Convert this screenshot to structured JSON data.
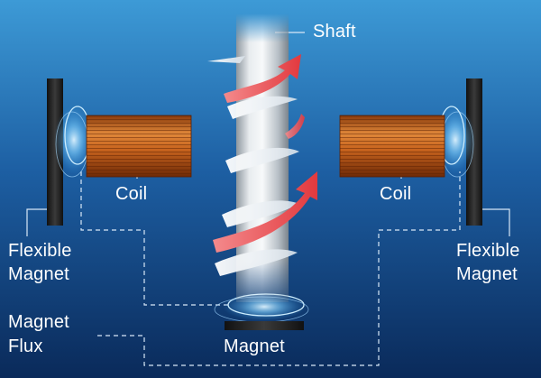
{
  "labels": {
    "shaft": "Shaft",
    "coil_left": "Coil",
    "coil_right": "Coil",
    "flexible_magnet_left_line1": "Flexible",
    "flexible_magnet_left_line2": "Magnet",
    "flexible_magnet_right_line1": "Flexible",
    "flexible_magnet_right_line2": "Magnet",
    "magnet_flux_line1": "Magnet",
    "magnet_flux_line2": "Flux",
    "magnet": "Magnet"
  },
  "colors": {
    "background_top": "#2e86c8",
    "background_bottom": "#0b2f63",
    "coil_copper": "#c8641e",
    "arrow_red": "#e94e52",
    "shaft_silver": "#d7dde3",
    "magnet_dark": "#1a1a1a",
    "leader_lines": "#cfe3f7"
  }
}
